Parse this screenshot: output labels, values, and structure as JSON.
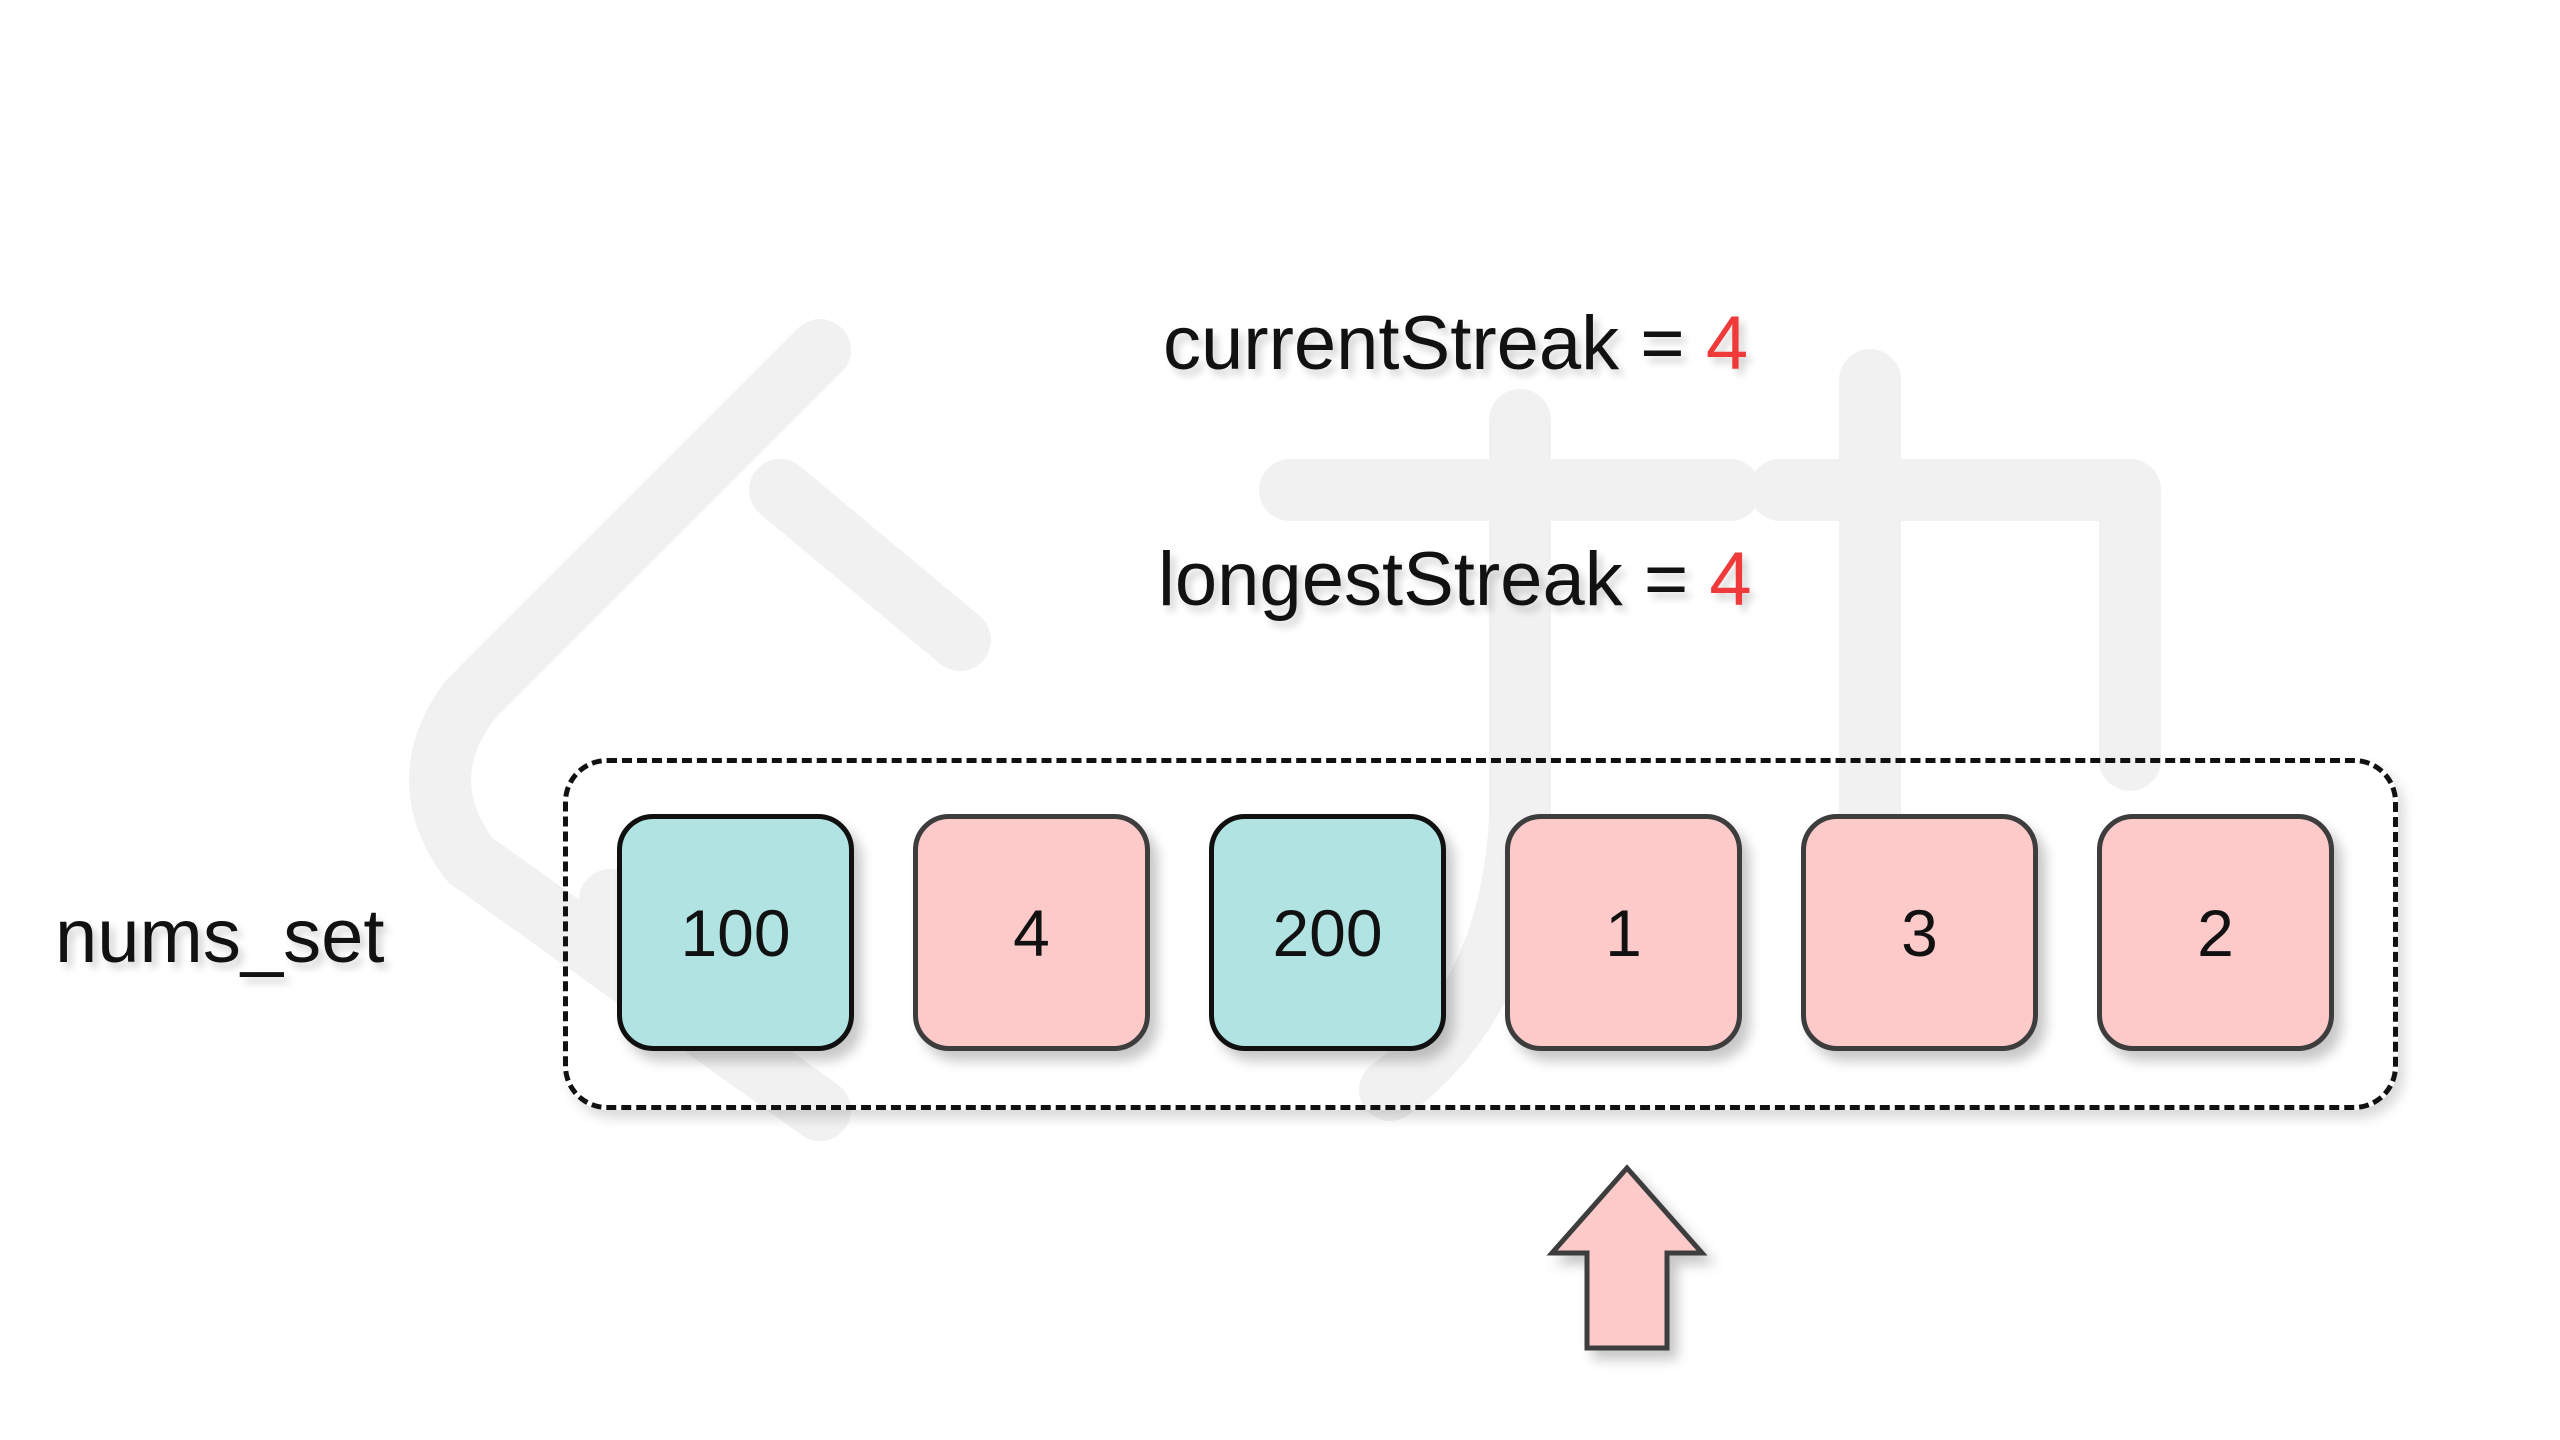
{
  "stats": {
    "current_label": "currentStreak = ",
    "current_value": "4",
    "longest_label": "longestStreak = ",
    "longest_value": "4"
  },
  "set_label": "nums_set",
  "cells": [
    {
      "value": "100",
      "color": "#b1e3e3"
    },
    {
      "value": "4",
      "color": "#fdcaca"
    },
    {
      "value": "200",
      "color": "#b1e3e3"
    },
    {
      "value": "1",
      "color": "#fdcaca"
    },
    {
      "value": "3",
      "color": "#fdcaca"
    },
    {
      "value": "2",
      "color": "#fdcaca"
    }
  ],
  "pointer": {
    "icon": "up-arrow-icon",
    "points_to_index": 3,
    "color": "#fdcaca"
  },
  "colors": {
    "highlight": "#f03a3a",
    "teal": "#b1e3e3",
    "pink": "#fdcaca"
  }
}
